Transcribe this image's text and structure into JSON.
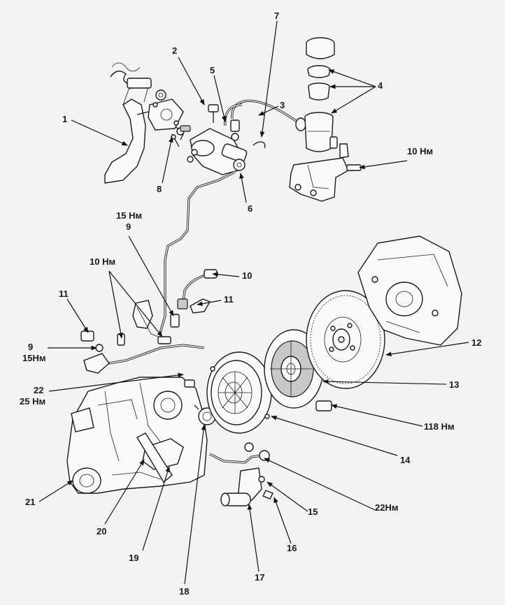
{
  "callouts": {
    "c1": "1",
    "c2": "2",
    "c3": "3",
    "c4": "4",
    "c5": "5",
    "c6": "6",
    "c7": "7",
    "c8": "8",
    "c9a": "9",
    "c9b": "9",
    "c10": "10",
    "c11a": "11",
    "c11b": "11",
    "c12": "12",
    "c13": "13",
    "c14": "14",
    "c15": "15",
    "c16": "16",
    "c17": "17",
    "c18": "18",
    "c19": "19",
    "c20": "20",
    "c21": "21",
    "c22": "22"
  },
  "torques": {
    "t_reservoir_bolt": "10 Нм",
    "t_line_upper": "15 Нм",
    "t_bracket_bolt": "10 Нм",
    "t_line_lower": "15Нм",
    "t_bolt_22": "25 Нм",
    "t_flywheel": "118 Нм",
    "t_slave_line": "22Нм"
  }
}
